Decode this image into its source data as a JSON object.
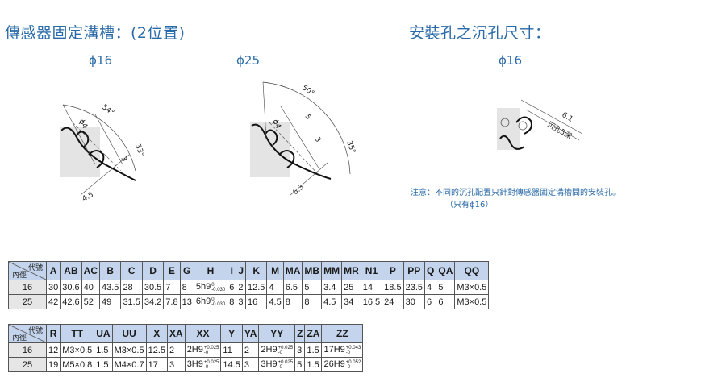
{
  "titles": {
    "sensor_groove": "傳感器固定溝槽：(2位置)",
    "counterbore": "安裝孔之沉孔尺寸："
  },
  "drawings": {
    "d16": {
      "label": "ϕ16",
      "angle_outer": "54°",
      "angle_inner": "33°",
      "dim_phi": "ϕ4",
      "dim_3": "3",
      "dim_45": "4.5"
    },
    "d25": {
      "label": "ϕ25",
      "angle_outer": "50°",
      "angle_inner": "35°",
      "dim_phi": "ϕ4",
      "dim_5": "5",
      "dim_3": "3",
      "dim_63": "6.3"
    },
    "hole16": {
      "label": "ϕ16",
      "dim_61": "6.1",
      "depth": "沉孔5深"
    }
  },
  "note": {
    "line1": "注意：不同的沉孔配置只針對傳感器固定溝槽間的安裝孔。",
    "line2": "（只有ϕ16）"
  },
  "table1": {
    "corner_top": "代號",
    "corner_bottom": "內徑",
    "headers": [
      "A",
      "AB",
      "AC",
      "B",
      "C",
      "D",
      "E",
      "G",
      "H",
      "I",
      "J",
      "K",
      "M",
      "MA",
      "MB",
      "MM",
      "MR",
      "N1",
      "P",
      "PP",
      "Q",
      "QA",
      "QQ"
    ],
    "rows": [
      {
        "key": "16",
        "cells": [
          "30",
          "30.6",
          "40",
          "43.5",
          "28",
          "30.5",
          "7",
          "8",
          "5h9",
          "6",
          "2",
          "12.5",
          "4",
          "6.5",
          "5",
          "3.4",
          "25",
          "14",
          "18.5",
          "23.5",
          "4",
          "5",
          "M3×0.5"
        ],
        "h_tol_upper": "0",
        "h_tol_lower": "-0.030"
      },
      {
        "key": "25",
        "cells": [
          "42",
          "42.6",
          "52",
          "49",
          "31.5",
          "34.2",
          "7.8",
          "13",
          "6h9",
          "8",
          "3",
          "16",
          "4.5",
          "8",
          "8",
          "4.5",
          "34",
          "16.5",
          "24",
          "30",
          "6",
          "6",
          "M3×0.5"
        ],
        "h_tol_upper": "0",
        "h_tol_lower": "-0.030"
      }
    ]
  },
  "table2": {
    "corner_top": "代號",
    "corner_bottom": "內徑",
    "headers": [
      "R",
      "TT",
      "UA",
      "UU",
      "X",
      "XA",
      "XX",
      "Y",
      "YA",
      "YY",
      "Z",
      "ZA",
      "ZZ"
    ],
    "rows": [
      {
        "key": "16",
        "cells": [
          "12",
          "M3×0.5",
          "1.5",
          "M3×0.5",
          "12.5",
          "2",
          "2H9",
          "11",
          "2",
          "2H9",
          "3",
          "1.5",
          "17H9"
        ],
        "tols": {
          "6": [
            "+0.025",
            "-0"
          ],
          "9": [
            "+0.025",
            "-0"
          ],
          "12": [
            "+0.043",
            "-0"
          ]
        }
      },
      {
        "key": "25",
        "cells": [
          "19",
          "M5×0.8",
          "1.5",
          "M4×0.7",
          "17",
          "3",
          "3H9",
          "14.5",
          "3",
          "3H9",
          "5",
          "1.5",
          "26H9"
        ],
        "tols": {
          "6": [
            "+0.025",
            "-0"
          ],
          "9": [
            "+0.025",
            "-0"
          ],
          "12": [
            "+0.052",
            "-0"
          ]
        }
      }
    ]
  }
}
